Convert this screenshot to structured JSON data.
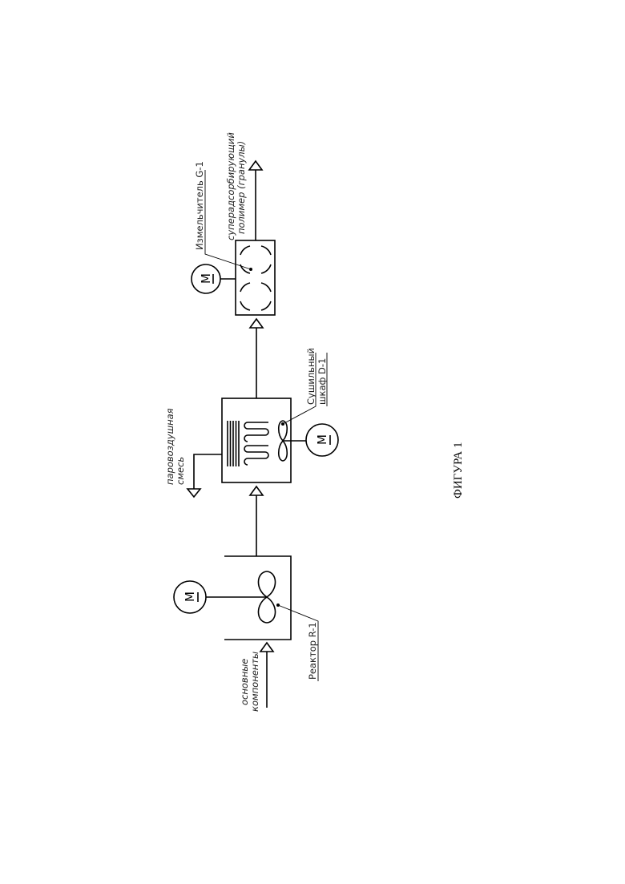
{
  "labels": {
    "input": [
      "основные",
      "компоненты"
    ],
    "reactor": "Реактор R-1",
    "exhaust": [
      "паровоздушная",
      "смесь"
    ],
    "dryer": [
      "Сушильный",
      "шкаф D-1"
    ],
    "grinder": "Измельчитель G-1",
    "output": [
      "суперадсорбирующий",
      "полимер (гранулы)"
    ],
    "motor": "M",
    "caption": "ФИГУРА 1"
  }
}
